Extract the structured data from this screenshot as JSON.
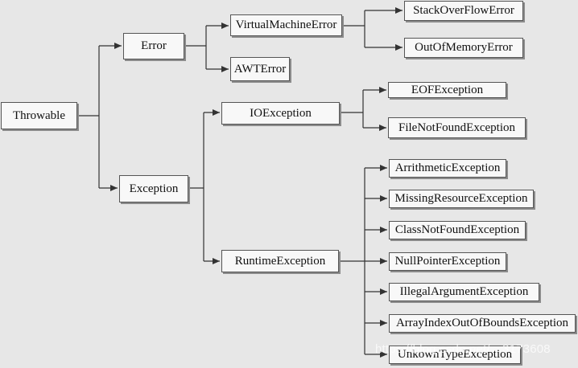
{
  "diagram": {
    "nodes": {
      "throwable": "Throwable",
      "error": "Error",
      "virtual_machine_error": "VirtualMachineError",
      "awt_error": "AWTError",
      "stack_overflow_error": "StackOverFlowError",
      "out_of_memory_error": "OutOfMemoryError",
      "exception": "Exception",
      "io_exception": "IOException",
      "eof_exception": "EOFException",
      "file_not_found_exception": "FileNotFoundException",
      "runtime_exception": "RuntimeException",
      "arrithmetic_exception": "ArrithmeticException",
      "missing_resource_exception": "MissingResourceException",
      "class_not_found_exception": "ClassNotFoundException",
      "null_pointer_exception": "NullPointerException",
      "illegal_argument_exception": "IllegalArgumentException",
      "array_index_out_of_bounds_exception": "ArrayIndexOutOfBoundsException",
      "unkown_type_exception": "UnkownTypeException"
    },
    "watermark": "https://blog.csdn.net/…3173608"
  },
  "colors": {
    "background": "#e7e7e7",
    "box_fill": "#f8f8f8",
    "box_border": "#555555",
    "connector": "#333333"
  }
}
